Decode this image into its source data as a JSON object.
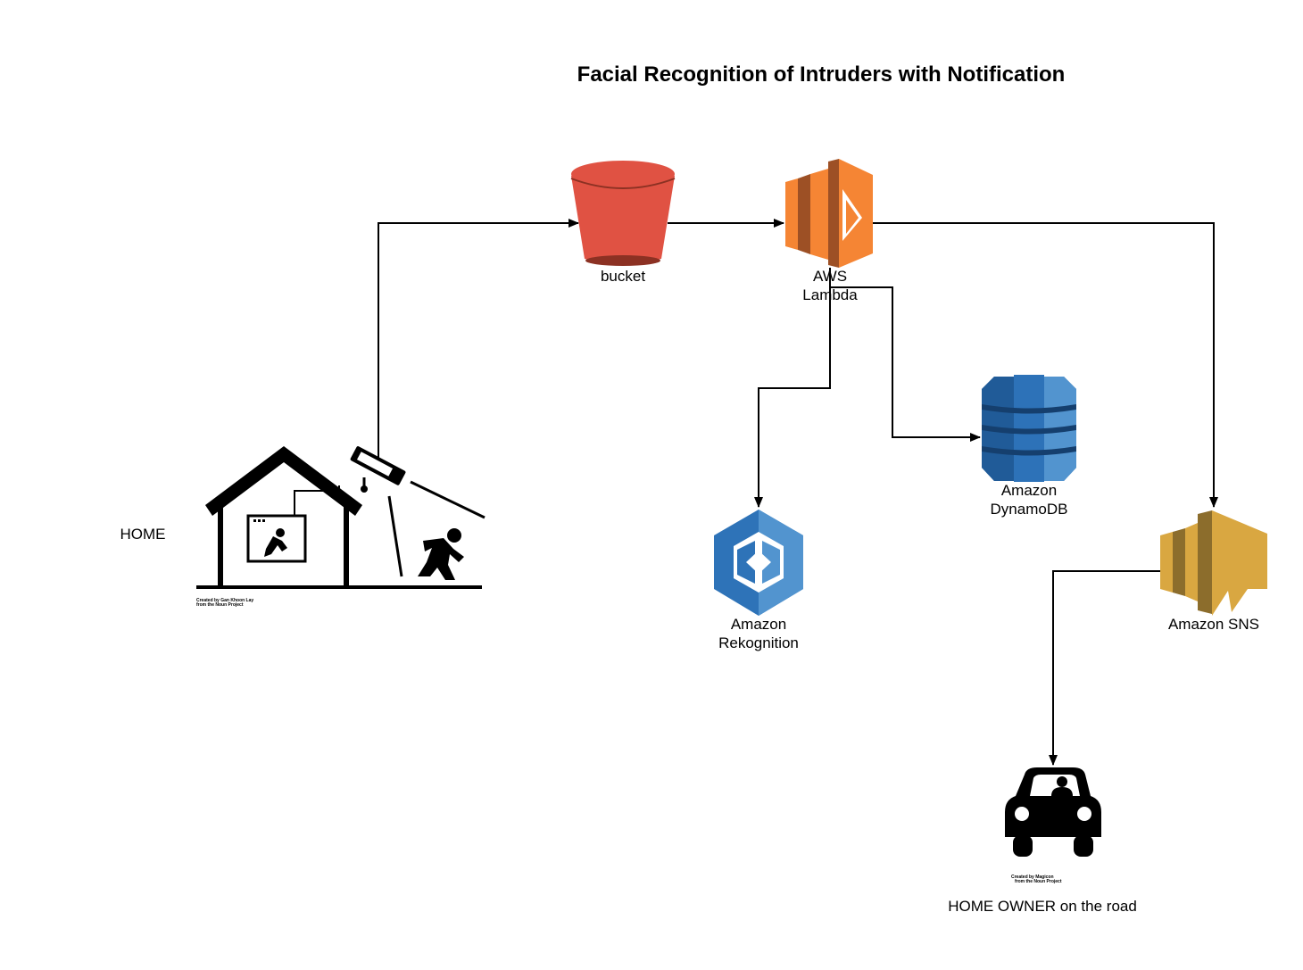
{
  "title": "Facial Recognition of Intruders with Notification",
  "nodes": {
    "home": {
      "label": "HOME",
      "credit_line1": "Created by Gan Khoon Lay",
      "credit_line2": "from the Noun Project"
    },
    "bucket": {
      "label": "bucket",
      "color": "#e05243"
    },
    "lambda": {
      "label_line1": "AWS",
      "label_line2": "Lambda",
      "color": "#f58534"
    },
    "dynamodb": {
      "label_line1": "Amazon",
      "label_line2": "DynamoDB",
      "color": "#2d72b8"
    },
    "rekognition": {
      "label_line1": "Amazon",
      "label_line2": "Rekognition",
      "color": "#2e73b8"
    },
    "sns": {
      "label": "Amazon SNS",
      "color": "#d9a741"
    },
    "owner": {
      "label": "HOME OWNER on the road",
      "credit_line1": "Created by Magicon",
      "credit_line2": "from the Noun Project"
    }
  },
  "connectors": [
    {
      "from": "home",
      "to": "bucket"
    },
    {
      "from": "bucket",
      "to": "lambda"
    },
    {
      "from": "lambda",
      "to": "rekognition"
    },
    {
      "from": "lambda",
      "to": "dynamodb"
    },
    {
      "from": "lambda",
      "to": "sns"
    },
    {
      "from": "sns",
      "to": "owner"
    }
  ]
}
